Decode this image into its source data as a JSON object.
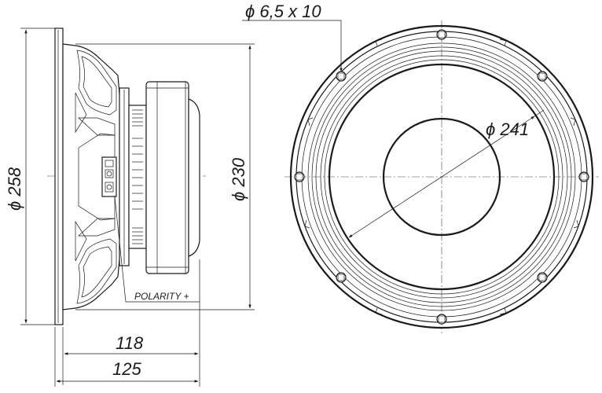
{
  "dimensions": {
    "mount_hole": "ϕ 6,5 x 10",
    "outer_diameter": "ϕ 258",
    "body_diameter": "ϕ 230",
    "cone_diameter": "ϕ 241",
    "depth_to_magnet": "118",
    "total_depth": "125"
  },
  "labels": {
    "polarity": "POLARITY +"
  }
}
